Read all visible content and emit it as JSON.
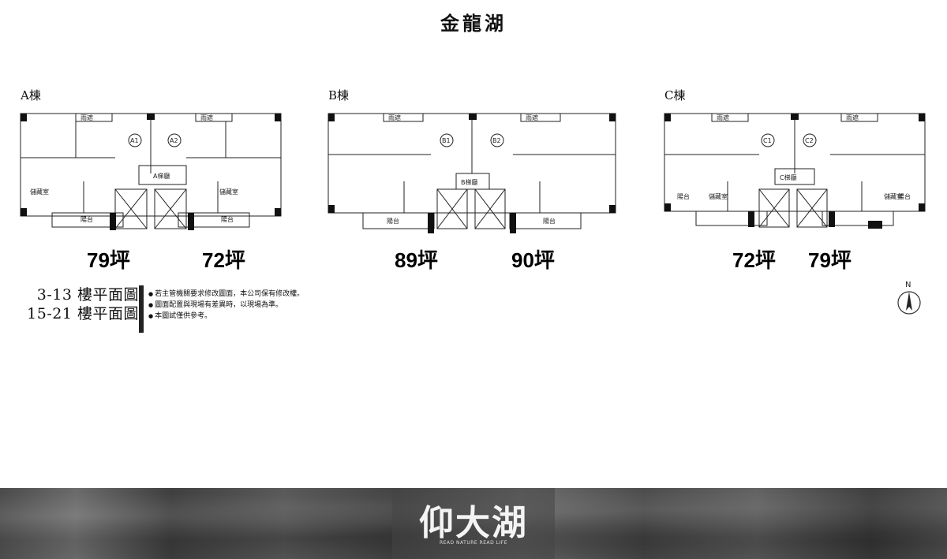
{
  "title": "金龍湖",
  "buildings": [
    {
      "label": "A棟",
      "lobby": "A梯廳",
      "units": [
        "A1",
        "A2"
      ],
      "areas": [
        "79坪",
        "72坪"
      ],
      "rain_shelter": "雨遮",
      "balcony": "陽台",
      "storage": "儲藏室"
    },
    {
      "label": "B棟",
      "lobby": "B梯廳",
      "units": [
        "B1",
        "B2"
      ],
      "areas": [
        "89坪",
        "90坪"
      ],
      "rain_shelter": "雨遮",
      "balcony": "陽台",
      "storage": ""
    },
    {
      "label": "C棟",
      "lobby": "C梯廳",
      "units": [
        "C1",
        "C2"
      ],
      "areas": [
        "72坪",
        "79坪"
      ],
      "rain_shelter": "雨遮",
      "balcony": "陽台",
      "storage": "儲藏室"
    }
  ],
  "floors": [
    "3-13 樓平面圖",
    "15-21 樓平面圖"
  ],
  "notes": [
    "若主管機關要求修改圖面，本公司保有修改權。",
    "圖面配置與現場有差異時，以現場為準。",
    "本圖試僅供參考。"
  ],
  "compass": "N",
  "logo": {
    "name": "仰大湖",
    "sub": "READ NATURE READ LIFE"
  }
}
